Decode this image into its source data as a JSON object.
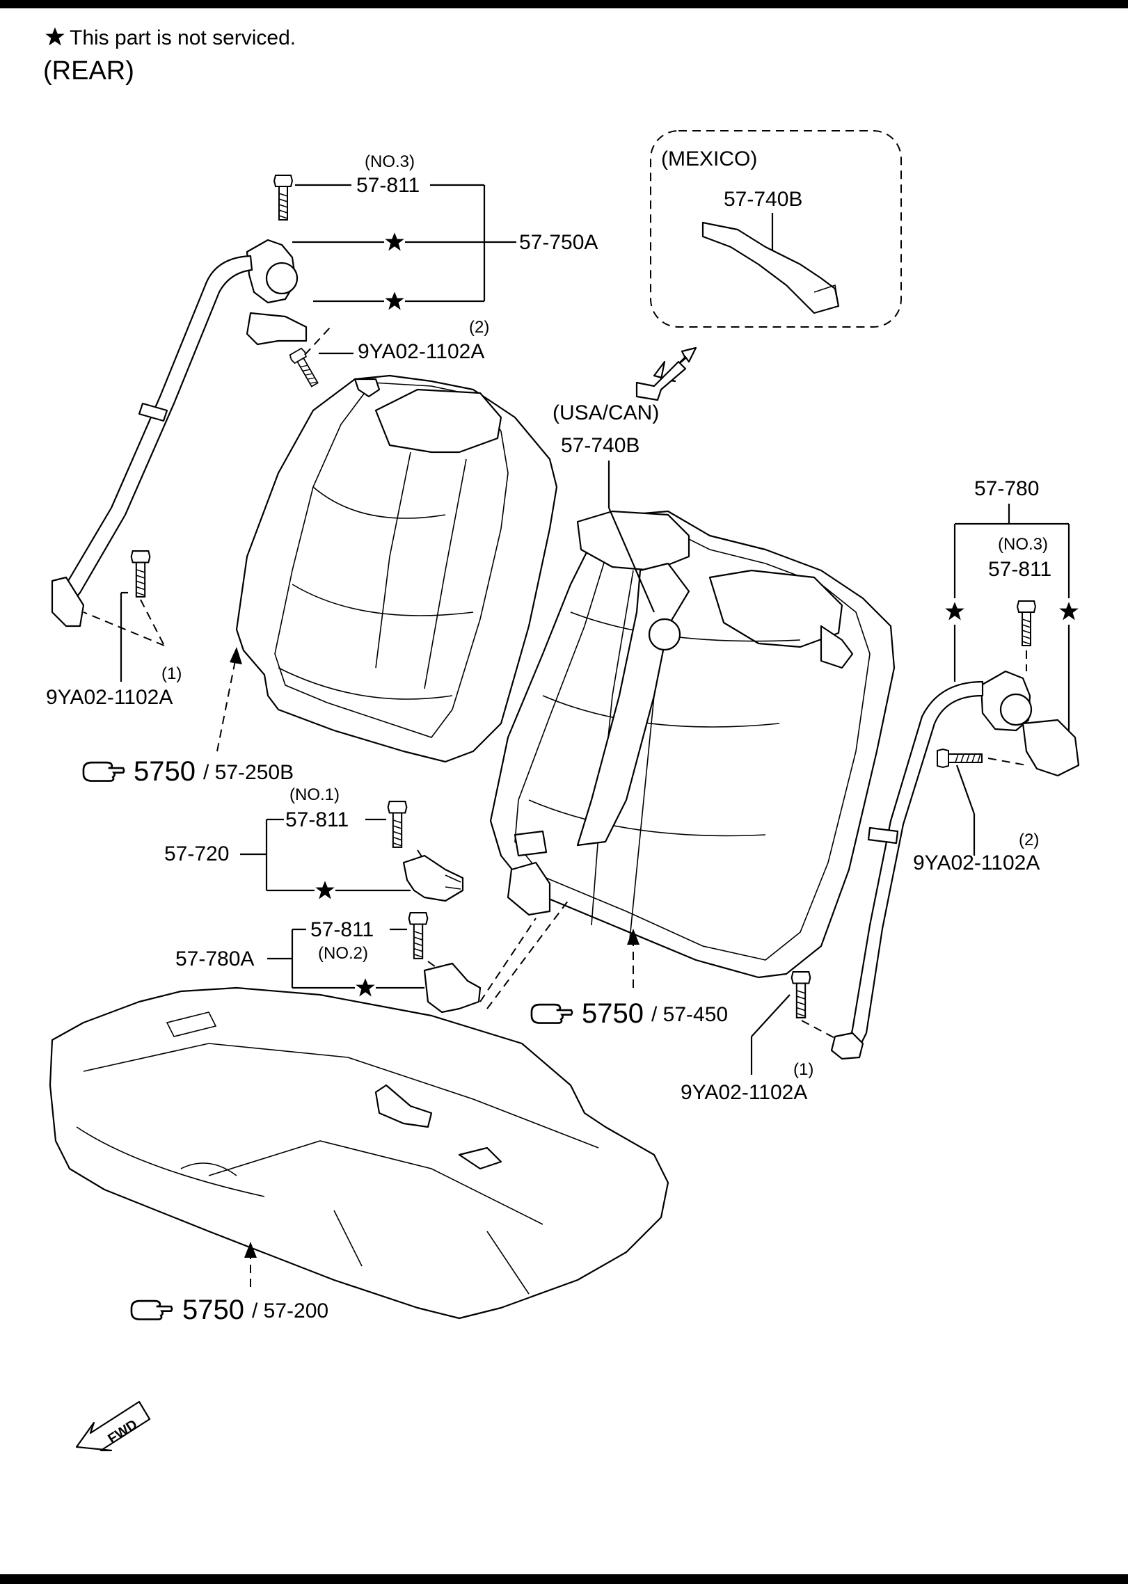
{
  "header": {
    "legend_star": "★",
    "legend_text": "This part is not serviced.",
    "section": "(REAR)"
  },
  "labels": {
    "no3_left": "(NO.3)",
    "p57_811_top": "57-811",
    "p57_750A": "57-750A",
    "bolt_2_left": "(2)",
    "p9ya_left_2": "9YA02-1102A",
    "bolt_1_left": "(1)",
    "p9ya_left_1": "9YA02-1102A",
    "ref_5750_a": "5750",
    "ref_250B": "/ 57-250B",
    "mexico": "(MEXICO)",
    "p57_740B_mex": "57-740B",
    "usa_can": "(USA/CAN)",
    "p57_740B_usa": "57-740B",
    "p57_780": "57-780",
    "no3_right": "(NO.3)",
    "p57_811_right": "57-811",
    "bolt_2_right": "(2)",
    "p9ya_right_2": "9YA02-1102A",
    "no1": "(NO.1)",
    "p57_811_no1": "57-811",
    "p57_720": "57-720",
    "p57_811_no2": "57-811",
    "no2": "(NO.2)",
    "p57_780A": "57-780A",
    "ref_5750_b": "5750",
    "ref_450": "/ 57-450",
    "bolt_1_right": "(1)",
    "p9ya_right_1": "9YA02-1102A",
    "ref_5750_c": "5750",
    "ref_200": "/ 57-200",
    "fwd": "FWD"
  },
  "icons": {
    "star": "star-icon",
    "reference": "pointing-hand-icon",
    "forward": "fwd-arrow-icon",
    "bolt": "bolt-icon"
  }
}
